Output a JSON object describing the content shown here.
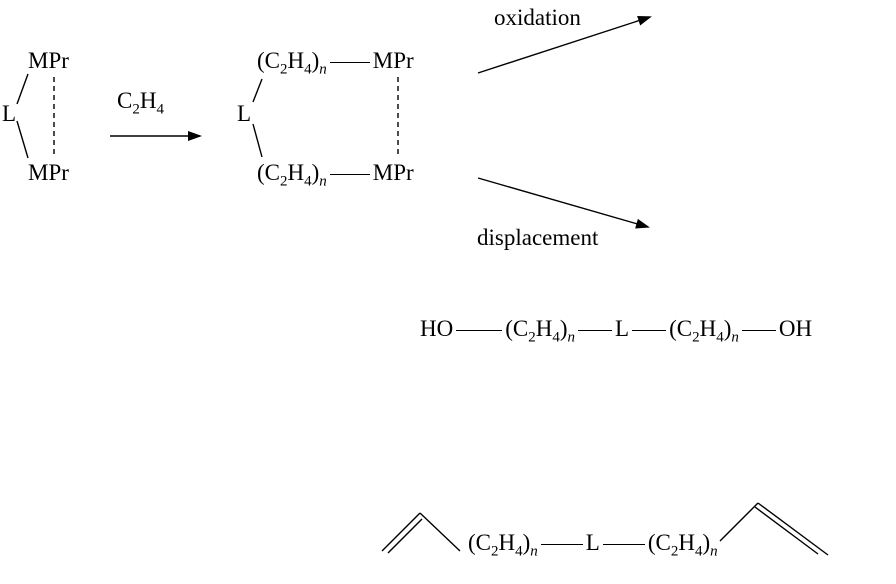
{
  "meta": {
    "ink_color": "#000000",
    "background_color": "#ffffff"
  },
  "labels": {
    "l": "L",
    "mpr": "MPr",
    "ho": "HO",
    "oh": "OH",
    "oxidation": "oxidation",
    "displacement": "displacement"
  },
  "formula_c2h4": {
    "c": "C",
    "sub_2": "2",
    "h": "H",
    "sub_4": "4"
  },
  "formula_c2h4n": {
    "open_c": "(C",
    "sub_2": "2",
    "h": "H",
    "sub_4": "4",
    "close_paren": ")",
    "sub_n": "n"
  }
}
